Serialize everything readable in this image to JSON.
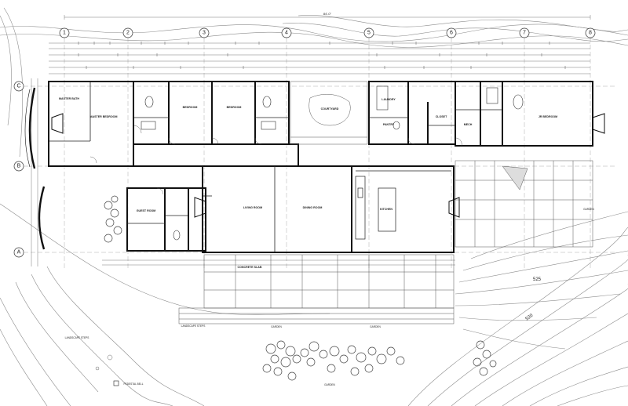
{
  "drawing": {
    "top_dimension": "84'-0\"",
    "grid_columns": [
      "1",
      "2",
      "3",
      "4",
      "5",
      "6",
      "7",
      "8"
    ],
    "grid_rows": [
      "C",
      "B",
      "A"
    ],
    "contours": [
      "525",
      "520"
    ],
    "rooms": {
      "master_bath": "MASTER BATH",
      "master_bedroom": "MASTER BEDROOM",
      "bedroom_1": "BEDROOM",
      "bedroom_2": "BEDROOM",
      "courtyard": "COURTYARD",
      "laundry": "LAUNDRY",
      "pantry": "PANTRY",
      "guest_room": "GUEST ROOM",
      "living_room": "LIVING ROOM",
      "dining_room": "DINING ROOM",
      "kitchen": "KITCHEN",
      "jr_bedroom": "JR BEDROOM",
      "concrete_slab": "CONCRETE SLAB",
      "garden_left": "GARDEN",
      "garden_right": "GARDEN",
      "garden_bottom": "GARDEN",
      "garden_east": "GARDEN",
      "landscape_steps_left": "LANDSCAPE STEPS",
      "landscape_steps_center": "LANDSCAPE STEPS",
      "pedestal_bell": "PEDESTAL BELL",
      "closet": "CLOSET",
      "mech": "MECH"
    }
  }
}
